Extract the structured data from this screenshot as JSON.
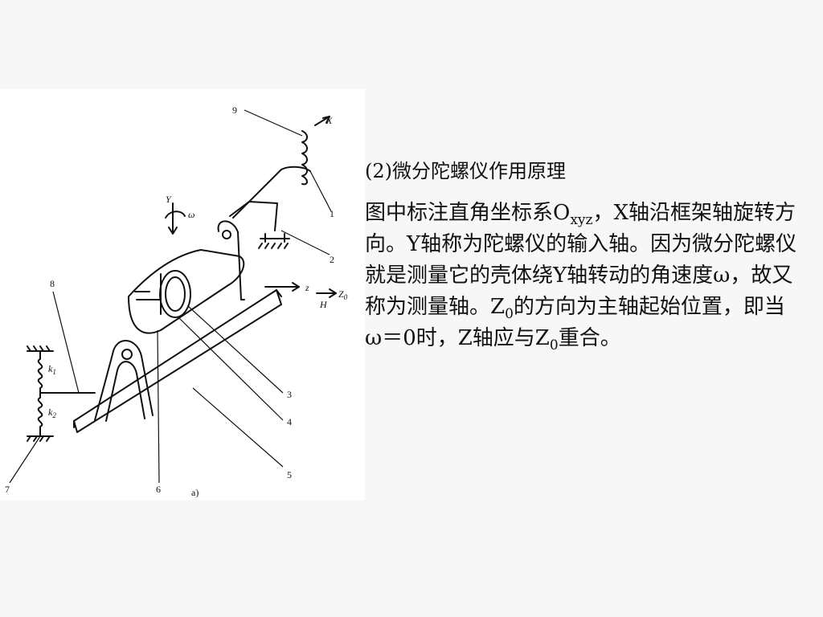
{
  "figure": {
    "part_numbers": [
      "1",
      "2",
      "3",
      "4",
      "5",
      "6",
      "7",
      "8",
      "9"
    ],
    "axis_labels": {
      "x": "X",
      "y": "Y",
      "omega": "ω",
      "z": "z",
      "z0": "Z",
      "z0_sub": "0",
      "h": "H"
    },
    "springs": {
      "k1": "k",
      "k1_sub": "1",
      "k2": "k",
      "k2_sub": "2"
    },
    "caption": "a)"
  },
  "text": {
    "heading": "(2)微分陀螺仪作用原理",
    "segments": [
      "图中标注直角坐标系O",
      "xyz",
      "，X轴沿框架轴旋转方向。Y轴称为陀螺仪的输入轴。因为微分陀螺仪就是测量它的壳体绕Y轴转动的角速度ω，故又称为测量轴。Z",
      "0",
      "的方向为主轴起始位置，即当ω＝0时，Z轴应与Z",
      "0",
      "重合。"
    ]
  }
}
